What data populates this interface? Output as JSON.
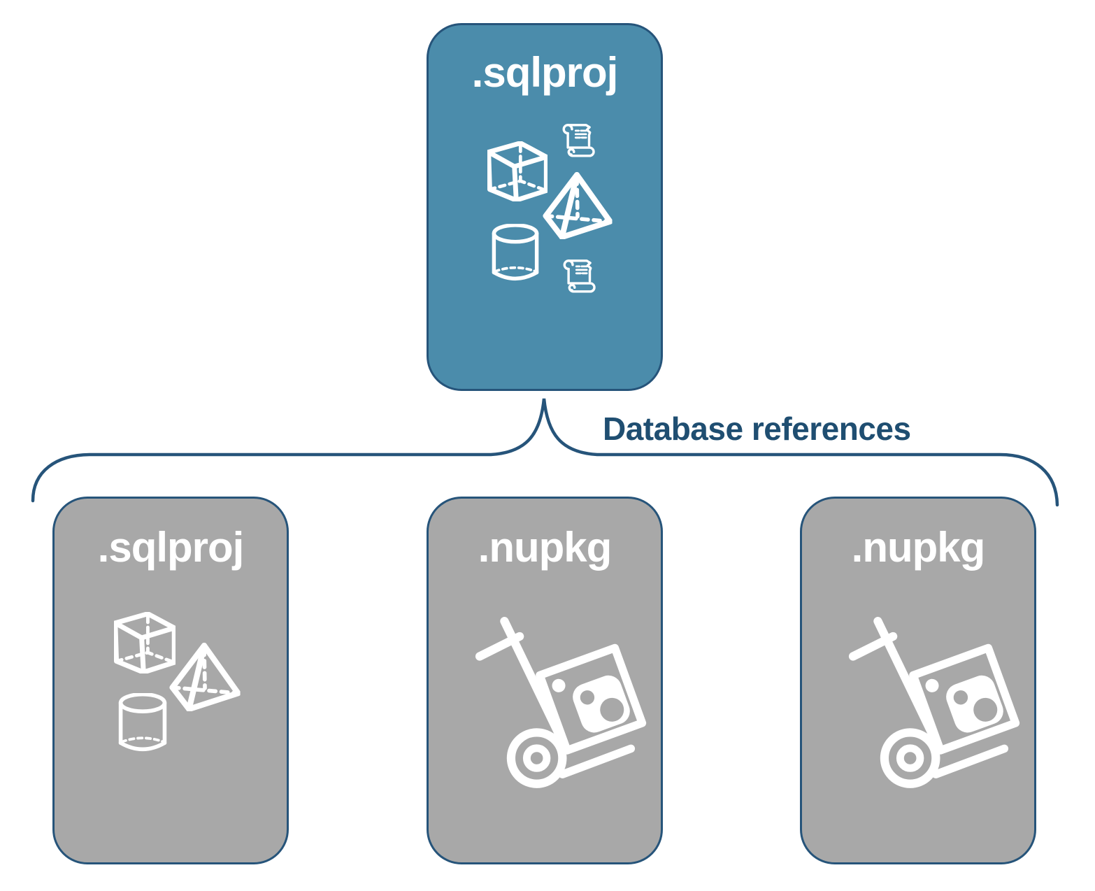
{
  "colors": {
    "root_fill": "#4B8CAB",
    "child_fill": "#A8A8A8",
    "stroke": "#26547A",
    "label_text": "#1F4E71",
    "box_text": "#FFFFFF"
  },
  "root_box": {
    "label": ".sqlproj",
    "icons": [
      "cube-icon",
      "scroll-icon",
      "pyramid-icon",
      "cylinder-icon",
      "scroll-icon"
    ]
  },
  "edge": {
    "label": "Database references"
  },
  "child_boxes": [
    {
      "label": ".sqlproj",
      "icons": [
        "cube-icon",
        "pyramid-icon",
        "cylinder-icon"
      ]
    },
    {
      "label": ".nupkg",
      "icons": [
        "nuget-handtruck-icon"
      ]
    },
    {
      "label": ".nupkg",
      "icons": [
        "nuget-handtruck-icon"
      ]
    }
  ]
}
